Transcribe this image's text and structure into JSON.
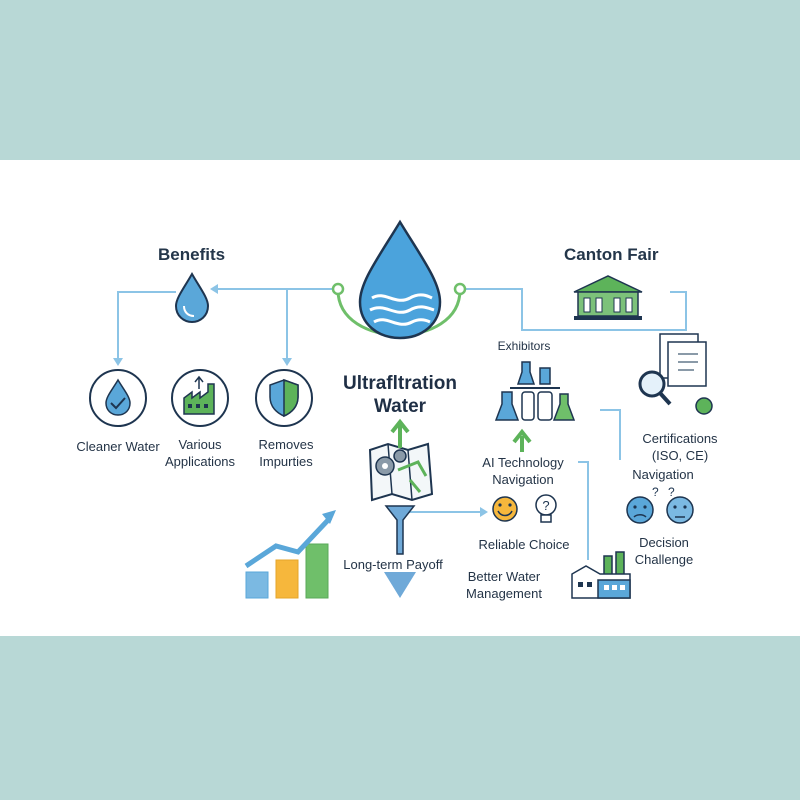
{
  "headings": {
    "benefits": "Benefits",
    "canton_fair": "Canton Fair",
    "title_line1": "Ultrafltration",
    "title_line2": "Water"
  },
  "benefits": [
    {
      "label": "Cleaner Water",
      "icon": "water-drop-check-icon"
    },
    {
      "label_line1": "Various",
      "label_line2": "Applications",
      "icon": "factory-icon"
    },
    {
      "label_line1": "Removes",
      "label_line2": "Impurties",
      "icon": "shield-icon"
    }
  ],
  "labels": {
    "exhibitors": "Exhibitors",
    "certifications_line1": "Certifications",
    "certifications_line2": "(ISO, CE)",
    "ai_line1": "AI Technology",
    "ai_line2": "Navigation",
    "navigation": "Navigation",
    "decision_line1": "Decision",
    "decision_line2": "Challenge",
    "reliable_choice": "Reliable Choice",
    "long_term_payoff": "Long-term Payoff",
    "better_water_line1": "Better Water",
    "better_water_line2": "Management"
  },
  "colors": {
    "background": "#b8d8d6",
    "panel": "#ffffff",
    "blue": "#5aa7d9",
    "dark_blue": "#2c6fa8",
    "green": "#6fbf6a",
    "line": "#8cc4e6",
    "navy": "#1e3550",
    "yellow": "#f6b73c"
  }
}
